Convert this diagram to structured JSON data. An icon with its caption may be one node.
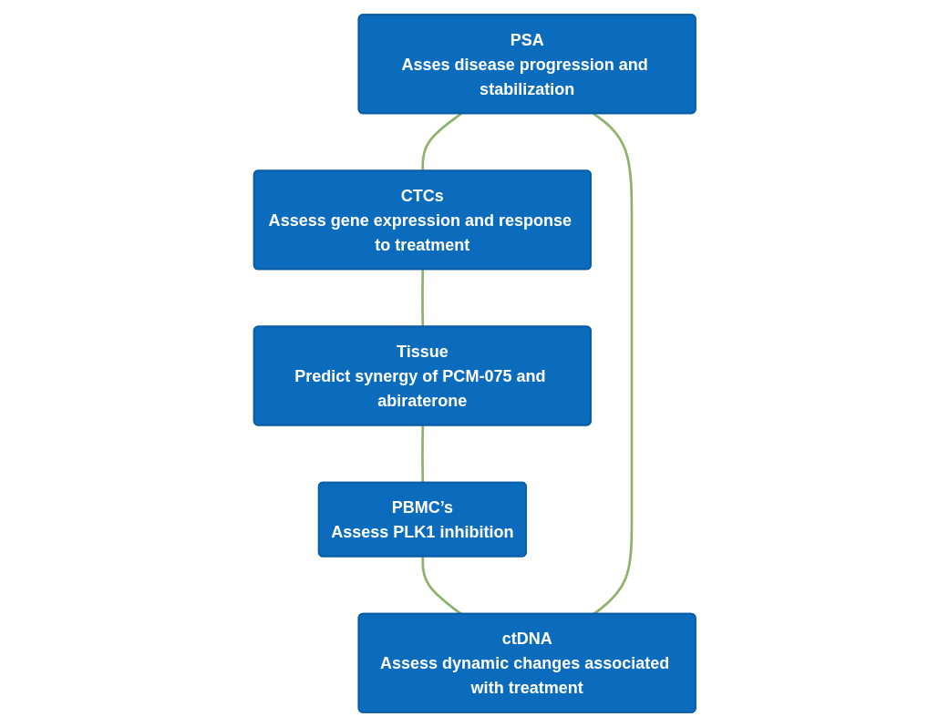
{
  "diagram": {
    "nodes": [
      {
        "text": [
          "PSA",
          "Asses disease progression and stabilization"
        ]
      },
      {
        "text": [
          "ctDNA",
          "Assess dynamic changes associated with treatment"
        ]
      },
      {
        "text": [
          "CTCs",
          "Assess gene expression and response to treatment"
        ]
      },
      {
        "text": [
          "PBMC’s",
          "Assess PLK1 inhibition"
        ]
      },
      {
        "text": [
          "Tissue",
          "Predict synergy of PCM-075 and abiraterone"
        ]
      }
    ],
    "edges": [
      {
        "from": 0,
        "to": 2,
        "arrow": "none"
      },
      {
        "from": 2,
        "to": 4,
        "arrow": "none"
      },
      {
        "from": 4,
        "to": 3,
        "arrow": "none"
      },
      {
        "from": 3,
        "to": 1,
        "arrow": "none"
      },
      {
        "from": 1,
        "to": 0,
        "arrow": "none"
      }
    ]
  }
}
